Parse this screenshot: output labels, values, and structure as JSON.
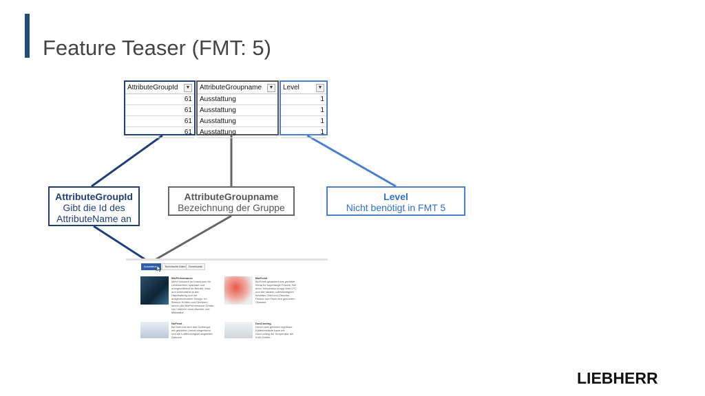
{
  "title": "Feature Teaser (FMT: 5)",
  "table": {
    "headers": [
      "AttributeGroupId",
      "AttributeGroupname",
      "Level"
    ],
    "rows": [
      [
        "61",
        "Ausstattung",
        "1"
      ],
      [
        "61",
        "Ausstattung",
        "1"
      ],
      [
        "61",
        "Ausstattung",
        "1"
      ],
      [
        "61",
        "Ausstattung",
        "1"
      ]
    ]
  },
  "boxes": {
    "group_id": {
      "title": "AttributeGroupId",
      "line1": "Gibt die Id des",
      "line2": "AttributeName an"
    },
    "group_name": {
      "title": "AttributeGroupname",
      "line1": "Bezeichnung der Gruppe"
    },
    "level": {
      "title": "Level",
      "line1": "Nicht benötigt in FMT 5"
    }
  },
  "screenshot": {
    "tabs": [
      "Ausstattung",
      "Technische Daten",
      "Downloads"
    ],
    "features": [
      {
        "title": "BluPerformance",
        "text": "Mehr Volumen im Innenraum für Lebensmittel, sparsam und energieeffizient im Betrieb, leise und komfortabel in der Handhabung und mit ausgezeichnetem Design: Im Bereich Kühlen und Gefrieren setzen die BluPerformance-Geräte von Liebherr neue Akzente und Maßstäbe."
      },
      {
        "title": "BioFresh",
        "text": "BioFresh garantiert das perfekte Klima für superlange Frische. Bei einer Temperatur knapp über 0°C und der idealen Luftfeuchtigkeit behalten Obst und Gemüse, Fleisch und Fisch ihre gesunden Vitamine."
      },
      {
        "title": "NoFrost",
        "text": "Bei NoFrost wird das Gefriergut mit gekühlter Umluft eingefroren und die Luftfeuchtigkeit abgeleitet. Dadurch"
      },
      {
        "title": "DuoCooling",
        "text": "Durch zwei getrennt regelbare Kältekreisläufe kann mit DuoCooling die Temperatur bei Kühl-Gefrier-"
      }
    ]
  },
  "brand": "LIEBHERR",
  "colors": {
    "dark_blue": "#1e3f7a",
    "gray": "#666666",
    "light_blue": "#4a7fd0"
  }
}
